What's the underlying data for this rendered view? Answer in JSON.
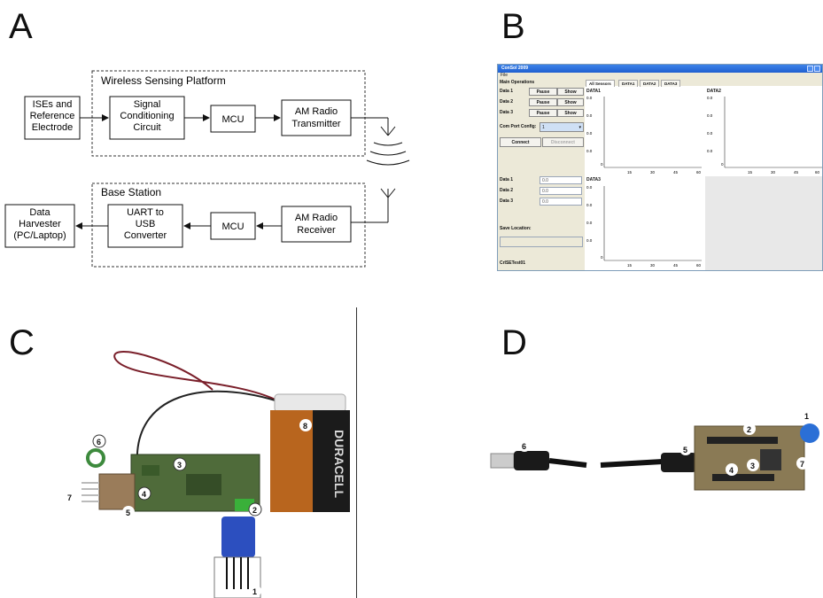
{
  "panels": {
    "a": "A",
    "b": "B",
    "c": "C",
    "d": "D"
  },
  "block_diagram": {
    "groups": {
      "wireless": "Wireless Sensing Platform",
      "base": "Base Station"
    },
    "top_row": [
      [
        "ISEs and",
        "Reference",
        "Electrode"
      ],
      [
        "Signal",
        "Conditioning",
        "Circuit"
      ],
      [
        "MCU"
      ],
      [
        "AM Radio",
        "Transmitter"
      ]
    ],
    "bottom_row": [
      [
        "Data",
        "Harvester",
        "(PC/Laptop)"
      ],
      [
        "UART to",
        "USB",
        "Converter"
      ],
      [
        "MCU"
      ],
      [
        "AM Radio",
        "Receiver"
      ]
    ]
  },
  "software_window": {
    "title": "ConSol 2009",
    "menu": "File",
    "section": "Main Operations",
    "data_rows": [
      {
        "label": "Data 1",
        "pause": "Pause",
        "show": "Show"
      },
      {
        "label": "Data 2",
        "pause": "Pause",
        "show": "Show"
      },
      {
        "label": "Data 3",
        "pause": "Pause",
        "show": "Show"
      }
    ],
    "com_port_label": "Com Port Config:",
    "com_port_value": "1",
    "connect": "Connect",
    "disconnect": "Disconnect",
    "readings": [
      {
        "label": "Data 1",
        "value": "0.0"
      },
      {
        "label": "Data 2",
        "value": "0.0"
      },
      {
        "label": "Data 3",
        "value": "0.0"
      }
    ],
    "save_location": "Save Location:",
    "file_name": "CrISETest01",
    "tabs": [
      "All Sensors",
      "DATA1",
      "DATA2",
      "DATA3"
    ],
    "charts": [
      {
        "title": "DATA1",
        "yticks": [
          "0.0",
          "0.0",
          "0.0",
          "0.0",
          "0.0"
        ],
        "xticks": [
          "0",
          "15",
          "30",
          "45",
          "60"
        ]
      },
      {
        "title": "DATA2",
        "yticks": [
          "0.0",
          "0.0",
          "0.0",
          "0.0",
          "0.0"
        ],
        "xticks": [
          "0",
          "15",
          "30",
          "45",
          "60"
        ]
      },
      {
        "title": "DATA3",
        "yticks": [
          "0.0",
          "0.0",
          "0.0",
          "0.0",
          "0.0"
        ],
        "xticks": [
          "0",
          "15",
          "30",
          "45",
          "60"
        ]
      }
    ]
  },
  "photo_c": {
    "battery_brand": "DURACELL",
    "labels": [
      "1",
      "2",
      "3",
      "4",
      "5",
      "6",
      "7",
      "8"
    ]
  },
  "photo_d": {
    "labels": [
      "1",
      "2",
      "3",
      "4",
      "5",
      "6",
      "7"
    ]
  },
  "colors": {
    "title_bar": "#2a6fdc",
    "window_bg": "#ece9d8",
    "pcb_green": "#4f6b3a",
    "battery_copper": "#b8651e",
    "connector_blue": "#2c4fbf"
  }
}
